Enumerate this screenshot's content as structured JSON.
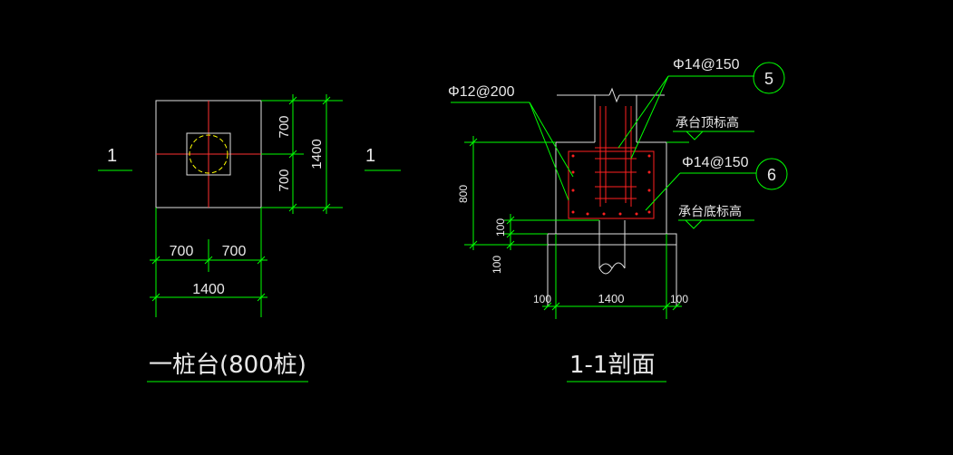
{
  "plan": {
    "section_mark_left": "1",
    "section_mark_right": "1",
    "dim_half_v_top": "700",
    "dim_half_v_bottom": "700",
    "dim_total_v": "1400",
    "dim_half_h_left": "700",
    "dim_half_h_right": "700",
    "dim_total_h": "1400",
    "title": "一桩台(800桩)"
  },
  "section": {
    "rebar_side": "Φ12@200",
    "rebar_top": "Φ14@150",
    "rebar_top_no": "5",
    "top_elev": "承台顶标高",
    "rebar_bottom": "Φ14@150",
    "rebar_bottom_no": "6",
    "bottom_elev": "承台底标高",
    "dim_height": "800",
    "dim_cover": "100",
    "dim_pad": "100",
    "dim_left": "100",
    "dim_width": "1400",
    "dim_right": "100",
    "title": "1-1剖面"
  },
  "colors": {
    "outline": "#e0e0e0",
    "dimension": "#00ff00",
    "axis": "#ff3030",
    "rebar": "#ff2020",
    "pile_circle": "#ffff00",
    "text": "#e8e8e8"
  }
}
